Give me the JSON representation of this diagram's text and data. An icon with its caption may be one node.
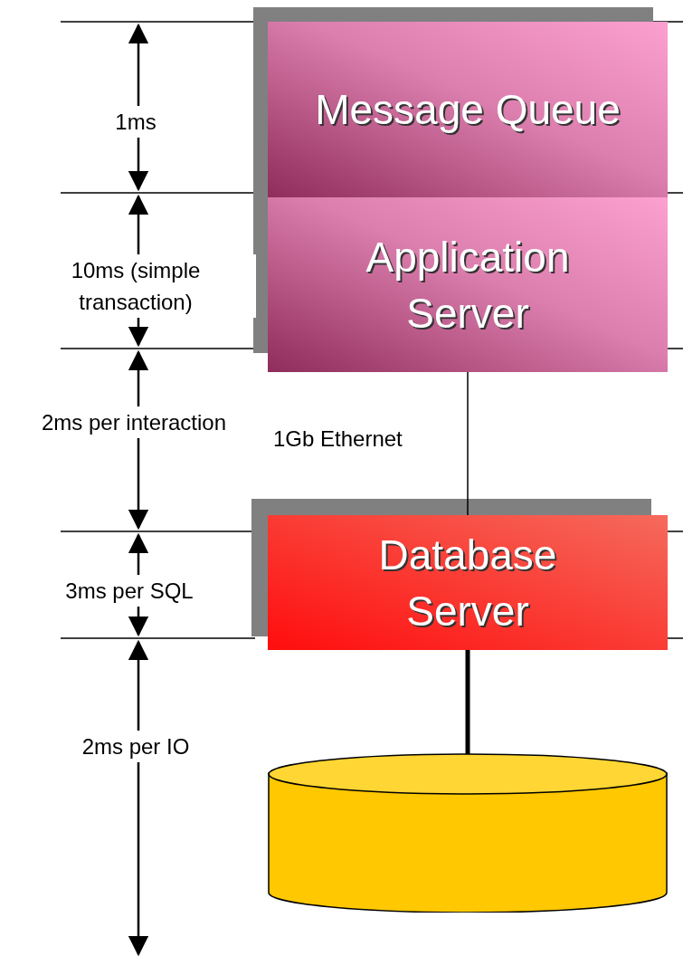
{
  "diagram": {
    "nodes": [
      {
        "text": [
          "Message Queue"
        ]
      },
      {
        "text": [
          "Application Server"
        ]
      },
      {
        "text": [
          "Database Server"
        ]
      },
      {
        "text": [],
        "shape": "cylinder"
      }
    ],
    "edges": [
      {
        "from": 1,
        "to": 2,
        "arrow": "none",
        "label": "1Gb Ethernet"
      },
      {
        "from": 2,
        "to": 3,
        "arrow": "none",
        "style": "thick"
      }
    ],
    "labels": [
      "1ms",
      "10ms (simple transaction)",
      "2ms per interaction",
      "3ms per SQL",
      "2ms per IO"
    ]
  }
}
